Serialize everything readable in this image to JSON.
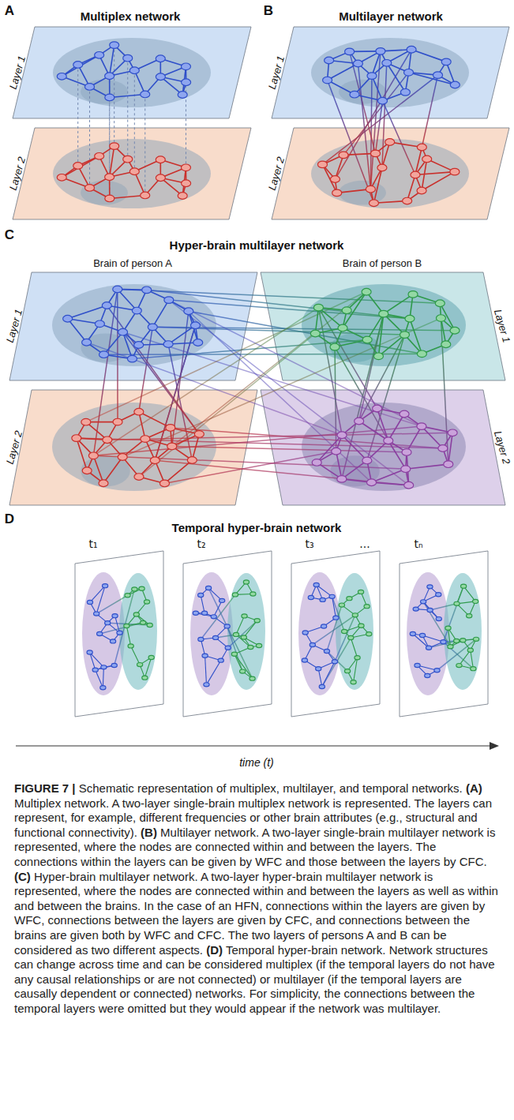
{
  "diagram": {
    "caption": "FIGURE 7 | Schematic representation of multiplex, multilayer, and temporal networks. (A) Multiplex network. A two-layer single-brain multiplex network is represented. The layers can represent, for example, different frequencies or other brain attributes (e.g., structural and functional connectivity). (B) Multilayer network. A two-layer single-brain multilayer network is represented, where the nodes are connected within and between the layers. The connections within the layers can be given by WFC and those between the layers by CFC. (C) Hyper-brain multilayer network. A two-layer hyper-brain multilayer network is represented, where the nodes are connected within and between the layers as well as within and between the brains. In the case of an HFN, connections within the layers are given by WFC, connections between the layers are given by CFC, and connections between the brains are given both by WFC and CFC. The two layers of persons A and B can be considered as two different aspects. (D) Temporal hyper-brain network. Network structures can change across time and can be considered multiplex (if the temporal layers do not have any causal relationships or are not connected) or multilayer (if the temporal layers are causally dependent or connected) networks. For simplicity, the connections between the temporal layers were omitted but they would appear if the network was multilayer.",
    "labels": [
      "A",
      "Multiplex network",
      "Layer 1",
      "Layer 2",
      "B",
      "Multilayer network",
      "Layer 1",
      "Layer 2",
      "C",
      "Hyper-brain multilayer network",
      "Brain of person A",
      "Brain of person B",
      "Layer 1",
      "Layer 1",
      "Layer 2",
      "Layer 2",
      "D",
      "Temporal hyper-brain network",
      "t₁",
      "t₂",
      "t₃",
      "...",
      "tₙ",
      "time (t)"
    ]
  }
}
